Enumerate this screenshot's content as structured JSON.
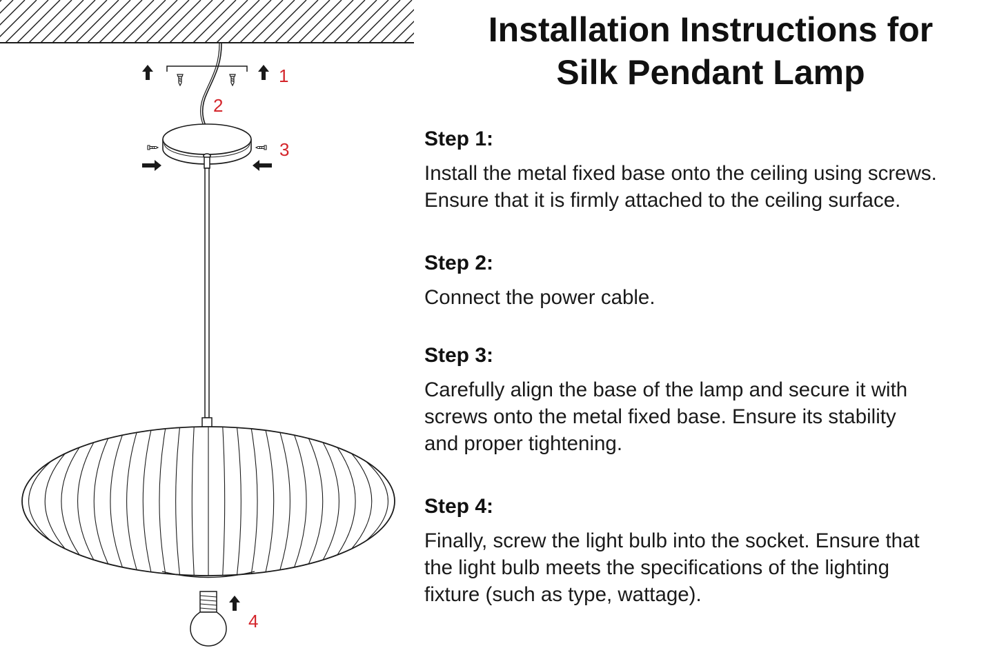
{
  "title": {
    "line1": "Installation Instructions for",
    "line2": "Silk Pendant Lamp"
  },
  "steps": [
    {
      "heading": "Step 1:",
      "lines": [
        "Install the metal fixed base onto the ceiling using screws.",
        "Ensure that it is firmly attached to the ceiling surface."
      ]
    },
    {
      "heading": "Step 2:",
      "lines": [
        "Connect the power cable."
      ]
    },
    {
      "heading": "Step 3:",
      "lines": [
        "Carefully align the base of the lamp and secure it with",
        "screws onto the metal fixed base. Ensure its stability",
        "and proper tightening."
      ]
    },
    {
      "heading": "Step 4:",
      "lines": [
        "Finally, screw the light bulb into the socket. Ensure that",
        "the light bulb meets the specifications of the lighting",
        "fixture (such as type, wattage)."
      ]
    }
  ],
  "diagram": {
    "callouts": [
      "1",
      "2",
      "3",
      "4"
    ],
    "callout_color": "#d4252b",
    "line_color": "#1a1a1a",
    "icons": [
      "ceiling-hatch",
      "mounting-screw-icon",
      "up-arrow-icon",
      "right-arrow-icon",
      "left-arrow-icon",
      "canopy",
      "pendant-rod",
      "silk-lamp-shade",
      "light-bulb-icon"
    ]
  }
}
